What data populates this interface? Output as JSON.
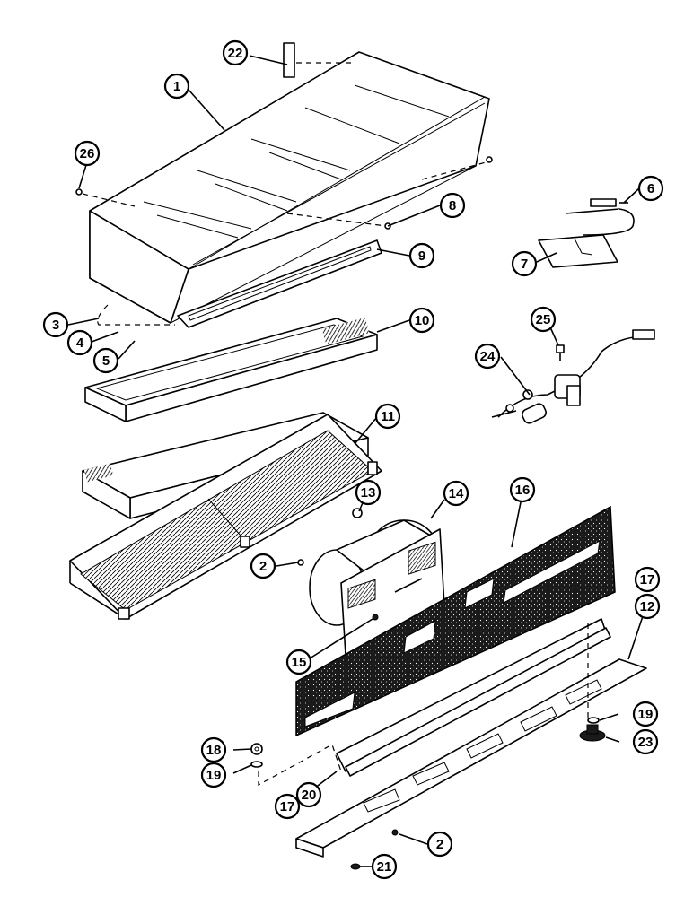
{
  "diagram": {
    "callouts": [
      {
        "id": "c1",
        "label": "1"
      },
      {
        "id": "c2a",
        "label": "2"
      },
      {
        "id": "c2b",
        "label": "2"
      },
      {
        "id": "c3",
        "label": "3"
      },
      {
        "id": "c4",
        "label": "4"
      },
      {
        "id": "c5",
        "label": "5"
      },
      {
        "id": "c6",
        "label": "6"
      },
      {
        "id": "c7",
        "label": "7"
      },
      {
        "id": "c8",
        "label": "8"
      },
      {
        "id": "c9",
        "label": "9"
      },
      {
        "id": "c10",
        "label": "10"
      },
      {
        "id": "c11",
        "label": "11"
      },
      {
        "id": "c12",
        "label": "12"
      },
      {
        "id": "c13",
        "label": "13"
      },
      {
        "id": "c14",
        "label": "14"
      },
      {
        "id": "c15",
        "label": "15"
      },
      {
        "id": "c16",
        "label": "16"
      },
      {
        "id": "c17a",
        "label": "17"
      },
      {
        "id": "c17b",
        "label": "17"
      },
      {
        "id": "c18",
        "label": "18"
      },
      {
        "id": "c19a",
        "label": "19"
      },
      {
        "id": "c19b",
        "label": "19"
      },
      {
        "id": "c20",
        "label": "20"
      },
      {
        "id": "c21",
        "label": "21"
      },
      {
        "id": "c22",
        "label": "22"
      },
      {
        "id": "c23",
        "label": "23"
      },
      {
        "id": "c24",
        "label": "24"
      },
      {
        "id": "c25",
        "label": "25"
      },
      {
        "id": "c26",
        "label": "26"
      }
    ]
  }
}
